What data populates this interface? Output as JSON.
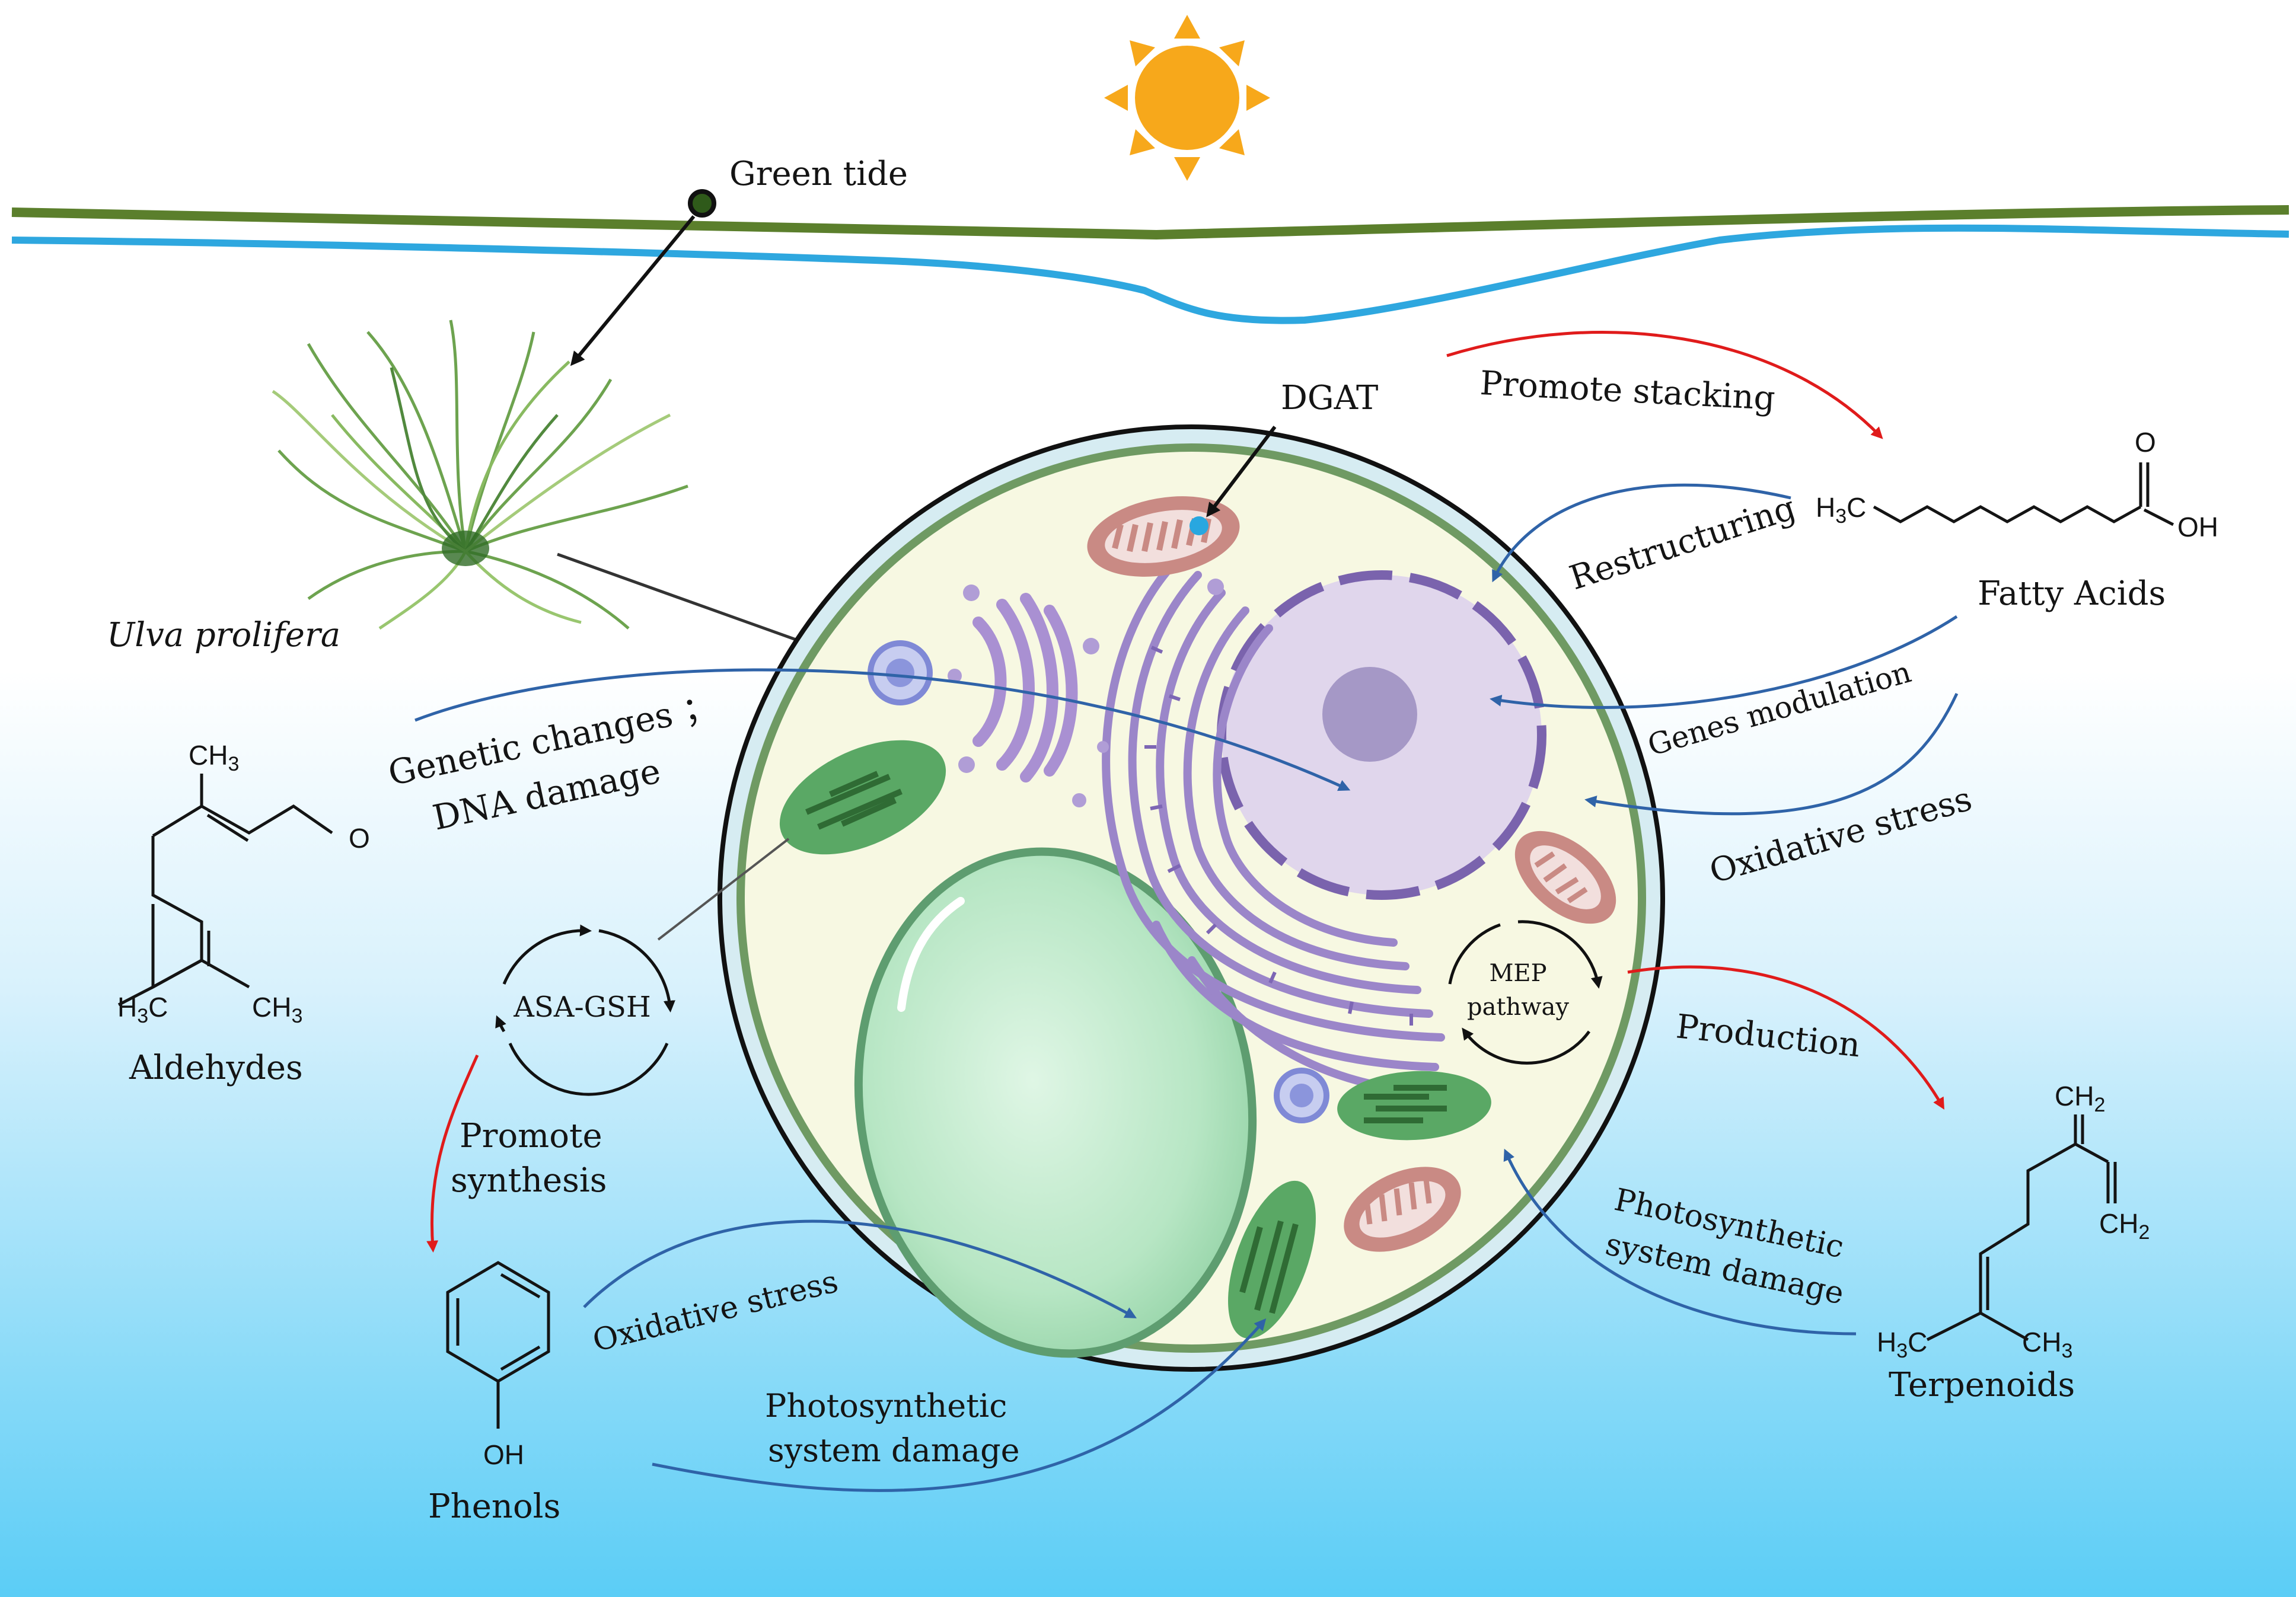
{
  "labels": {
    "green_tide": "Green tide",
    "ulva": "Ulva prolifera",
    "dgat": "DGAT",
    "promote_stacking": "Promote stacking",
    "restructuring": "Restructuring",
    "fatty_acids": "Fatty Acids",
    "genes_modulation": "Genes modulation",
    "oxidative_stress_right": "Oxidative stress",
    "genetic_changes": "Genetic changes ；",
    "dna_damage": "DNA damage",
    "aldehydes": "Aldehydes",
    "asa_gsh": "ASA-GSH",
    "promote": "Promote",
    "synthesis": "synthesis",
    "mep": "MEP",
    "pathway": "pathway",
    "production": "Production",
    "terpenoids": "Terpenoids",
    "photo_right_1": "Photosynthetic",
    "photo_right_2": "system damage",
    "oxidative_stress_left": "Oxidative stress",
    "photo_bottom_1": "Photosynthetic",
    "photo_bottom_2": "system damage",
    "phenols": "Phenols"
  },
  "chem": {
    "ch3": "CH",
    "h3c": "H",
    "c_after_h3": "C",
    "three": "3",
    "o": "O",
    "oh": "OH",
    "ch2": "CH",
    "two": "2"
  },
  "colors": {
    "water": "#5ccdf6",
    "green_tide_line": "#5b7f2c",
    "blue_arrow": "#2f63a8",
    "red_arrow": "#e01b1b",
    "sun": "#f7a81b",
    "cell_fill": "#f7f8e2",
    "cell_wall": "#6f9a63",
    "er_purple": "#9b86c9",
    "chloroplast": "#5aa865",
    "mitochondria": "#c98a84"
  }
}
